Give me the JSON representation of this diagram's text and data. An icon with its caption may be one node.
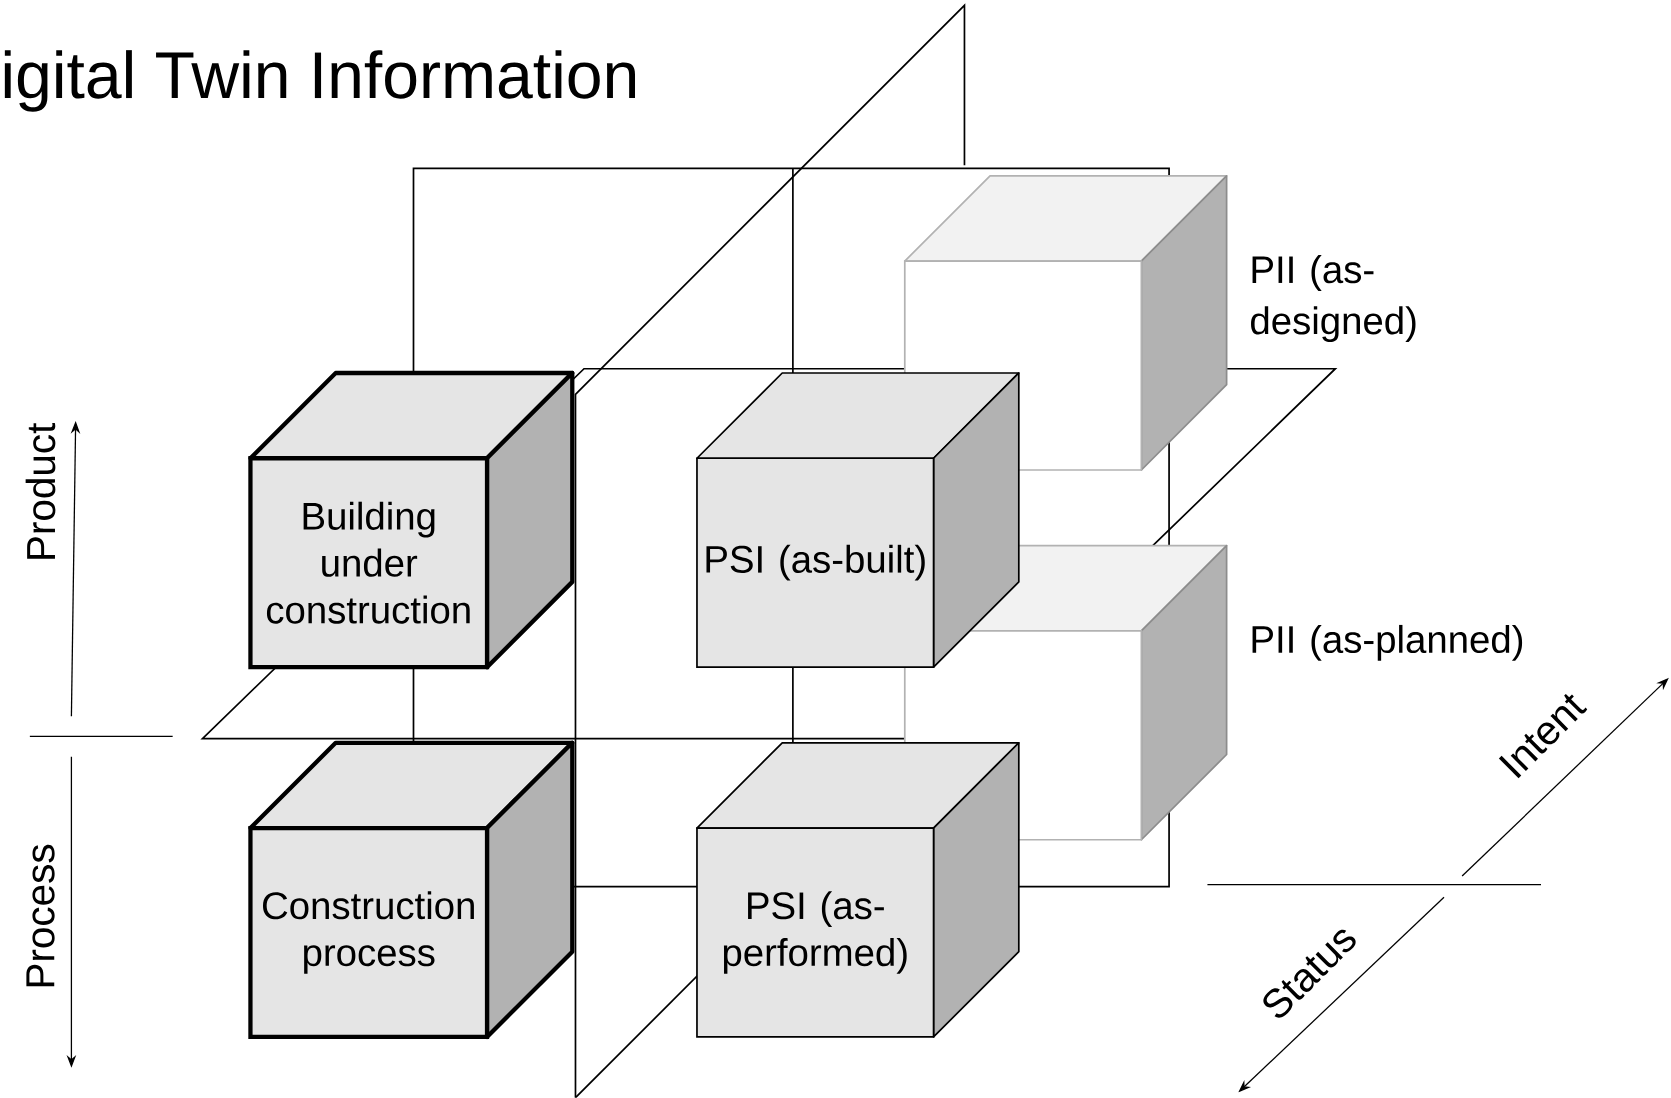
{
  "diagram": {
    "title": "igital Twin Information",
    "nodes": [
      {
        "text": [
          "Building under construction"
        ]
      },
      {
        "text": [
          "PSI (as-built)"
        ]
      },
      {
        "text": [
          "Construction process"
        ]
      },
      {
        "text": [
          "PSI (as-performed)"
        ]
      },
      {
        "text": [],
        "shape": "box",
        "beside": [
          "PII (as-designed)"
        ]
      },
      {
        "text": [],
        "shape": "box",
        "beside": [
          "PII (as-planned)"
        ]
      }
    ],
    "labels": [
      "Product",
      "Process",
      "Intent",
      "Status"
    ]
  }
}
